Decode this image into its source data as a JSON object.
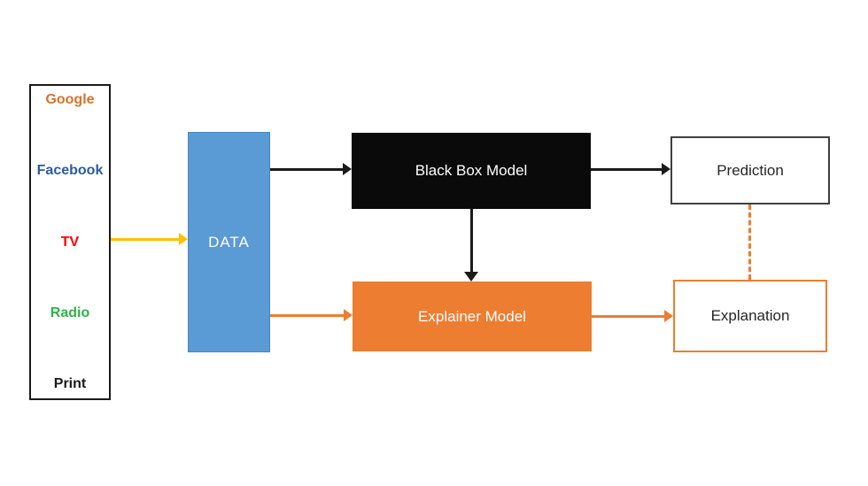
{
  "diagram": {
    "sources": {
      "items": [
        {
          "label": "Google"
        },
        {
          "label": "Facebook"
        },
        {
          "label": "TV"
        },
        {
          "label": "Radio"
        },
        {
          "label": "Print"
        }
      ]
    },
    "nodes": {
      "data": {
        "label": "DATA"
      },
      "black_box": {
        "label": "Black Box Model"
      },
      "prediction": {
        "label": "Prediction"
      },
      "explainer": {
        "label": "Explainer Model"
      },
      "explanation": {
        "label": "Explanation"
      }
    }
  },
  "colors": {
    "background": "#ffffff",
    "googleOrange": "#D9722B",
    "facebookBlue": "#2E5B9F",
    "tvRed": "#FF0000",
    "radioGreen": "#2DB34A",
    "printBlack": "#1A1A1A",
    "yellowArrow": "#FFC000",
    "dataBlue": "#5B9BD5",
    "dataBorder": "#4A86C5",
    "boxBlack": "#0A0A0A",
    "orange": "#ED7D31",
    "predictionBorder": "#3F3F3F",
    "arrowBlack": "#1A1A1A"
  }
}
